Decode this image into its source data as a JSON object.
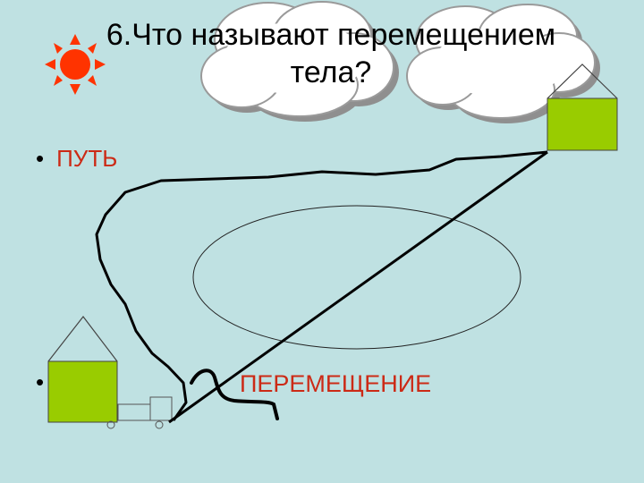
{
  "slide": {
    "title_line1": "6.Что  называют перемещением",
    "title_line2": "тела?",
    "bullet_marker": "•",
    "path_label": "ПУТЬ",
    "displacement_label": "ПЕРЕМЕЩЕНИЕ"
  },
  "colors": {
    "background": "#bfe1e2",
    "cloud": "#ffffff",
    "cloud_shadow": "#8f8f8f",
    "house": "#99cc00",
    "sun": "#ff3300",
    "accent_text": "#cc2a16"
  },
  "icons": [
    "sun-icon",
    "cloud-icon",
    "house-icon",
    "vehicle-icon"
  ]
}
